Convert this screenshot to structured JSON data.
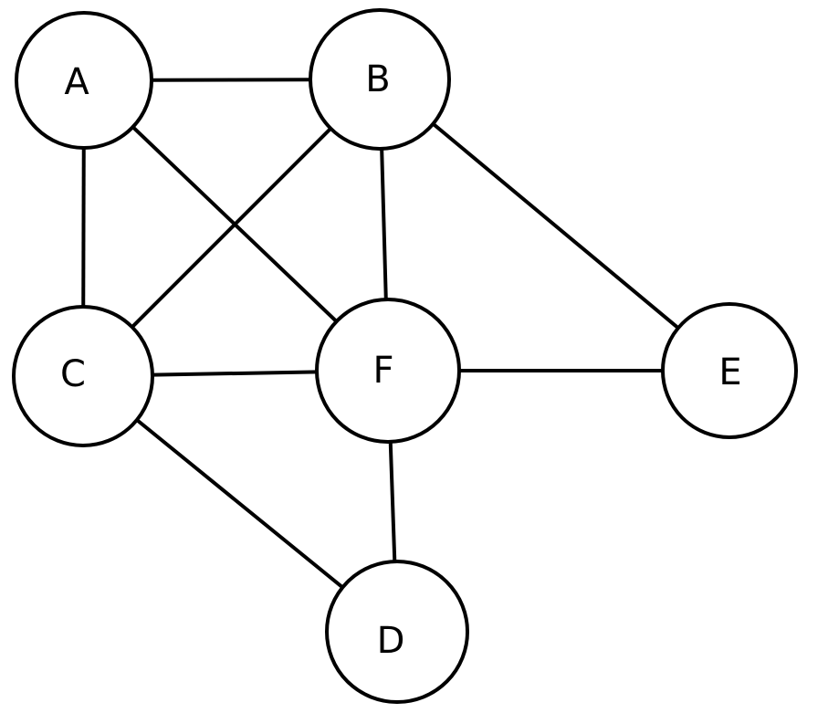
{
  "diagram": {
    "type": "undirected-graph",
    "nodes": [
      {
        "id": "A",
        "label": "A"
      },
      {
        "id": "B",
        "label": "B"
      },
      {
        "id": "C",
        "label": "C"
      },
      {
        "id": "F",
        "label": "F"
      },
      {
        "id": "E",
        "label": "E"
      },
      {
        "id": "D",
        "label": "D"
      }
    ],
    "edges": [
      {
        "from": "A",
        "to": "B"
      },
      {
        "from": "A",
        "to": "C"
      },
      {
        "from": "A",
        "to": "F"
      },
      {
        "from": "B",
        "to": "C"
      },
      {
        "from": "B",
        "to": "F"
      },
      {
        "from": "B",
        "to": "E"
      },
      {
        "from": "C",
        "to": "F"
      },
      {
        "from": "C",
        "to": "D"
      },
      {
        "from": "F",
        "to": "E"
      },
      {
        "from": "F",
        "to": "D"
      }
    ],
    "colors": {
      "stroke": "#000000",
      "fill": "#ffffff",
      "text": "#000000"
    }
  }
}
